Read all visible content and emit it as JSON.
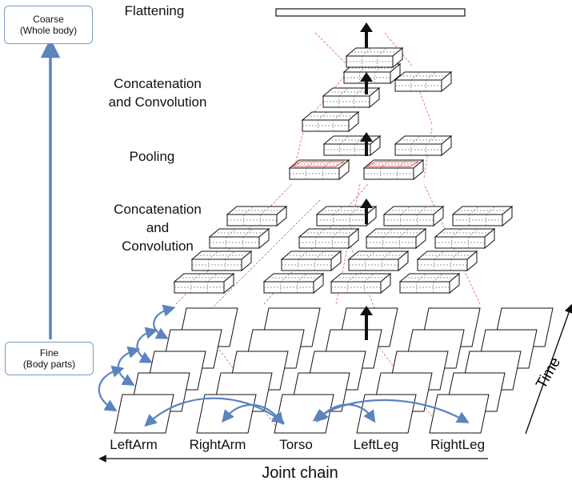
{
  "steps": {
    "flattening": "Flattening",
    "concat_conv_top_line1": "Concatenation",
    "concat_conv_top_line2": "and Convolution",
    "pooling": "Pooling",
    "concat_conv_bottom_line1": "Concatenation",
    "concat_conv_bottom_line2": "and",
    "concat_conv_bottom_line3": "Convolution"
  },
  "scale": {
    "coarse_line1": "Coarse",
    "coarse_line2": "(Whole body)",
    "fine_line1": "Fine",
    "fine_line2": "(Body parts)"
  },
  "parts": [
    "LeftArm",
    "RightArm",
    "Torso",
    "LeftLeg",
    "RightLeg"
  ],
  "axes": {
    "joint_chain": "Joint chain",
    "time": "Time"
  },
  "colors": {
    "scale_arrow": "#5b84bd",
    "link_lines": "#e24b4b",
    "outline": "#111111"
  }
}
